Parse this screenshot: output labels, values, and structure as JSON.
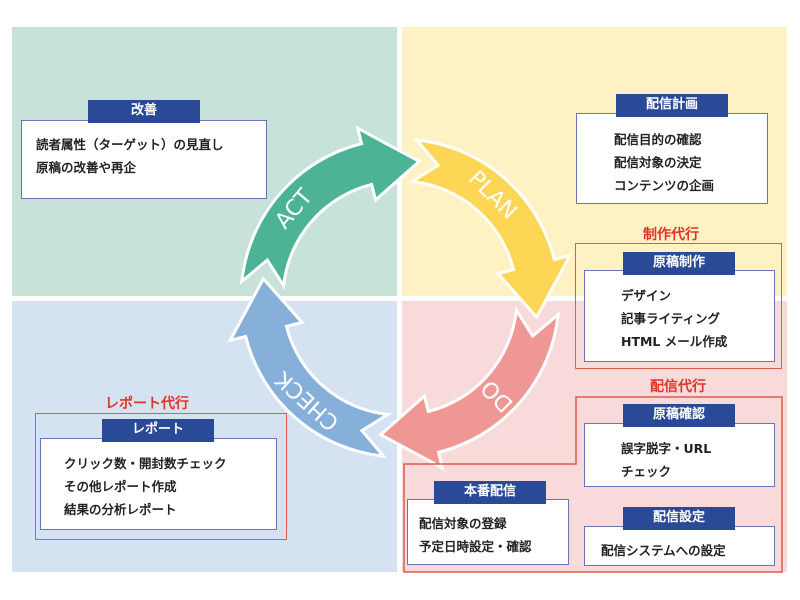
{
  "colors": {
    "act_bg": "#c6e2d9",
    "plan_bg": "#fef1c3",
    "check_bg": "#d5e2f2",
    "do_bg": "#f8dada",
    "act_arrow": "#4db397",
    "plan_arrow": "#fdd655",
    "do_arrow": "#ef9795",
    "check_arrow": "#86afda",
    "title_bar": "#2a4a98",
    "outsourcing_label": "#e0342a"
  },
  "cycle": {
    "act": "ACT",
    "plan": "PLAN",
    "do": "DO",
    "check": "CHECK"
  },
  "act_box": {
    "title": "改善",
    "lines": [
      "読者属性（ターゲット）の見直し",
      "原稿の改善や再企"
    ]
  },
  "plan_box": {
    "title": "配信計画",
    "lines": [
      "配信目的の確認",
      "配信対象の決定",
      "コンテンツの企画"
    ]
  },
  "production_outsourcing": {
    "label": "制作代行",
    "box": {
      "title": "原稿制作",
      "lines": [
        "デザイン",
        "記事ライティング",
        "HTML メール作成"
      ]
    }
  },
  "delivery_outsourcing": {
    "label": "配信代行",
    "review_box": {
      "title": "原稿確認",
      "lines": [
        "誤字脱字・URL",
        "チェック"
      ]
    },
    "live_box": {
      "title": "本番配信",
      "lines": [
        "配信対象の登録",
        "予定日時設定・確認"
      ]
    },
    "settings_box": {
      "title": "配信設定",
      "lines": [
        "配信システムへの設定"
      ]
    }
  },
  "report_outsourcing": {
    "label": "レポート代行",
    "box": {
      "title": "レポート",
      "lines": [
        "クリック数・開封数チェック",
        "その他レポート作成",
        "結果の分析レポート"
      ]
    }
  }
}
